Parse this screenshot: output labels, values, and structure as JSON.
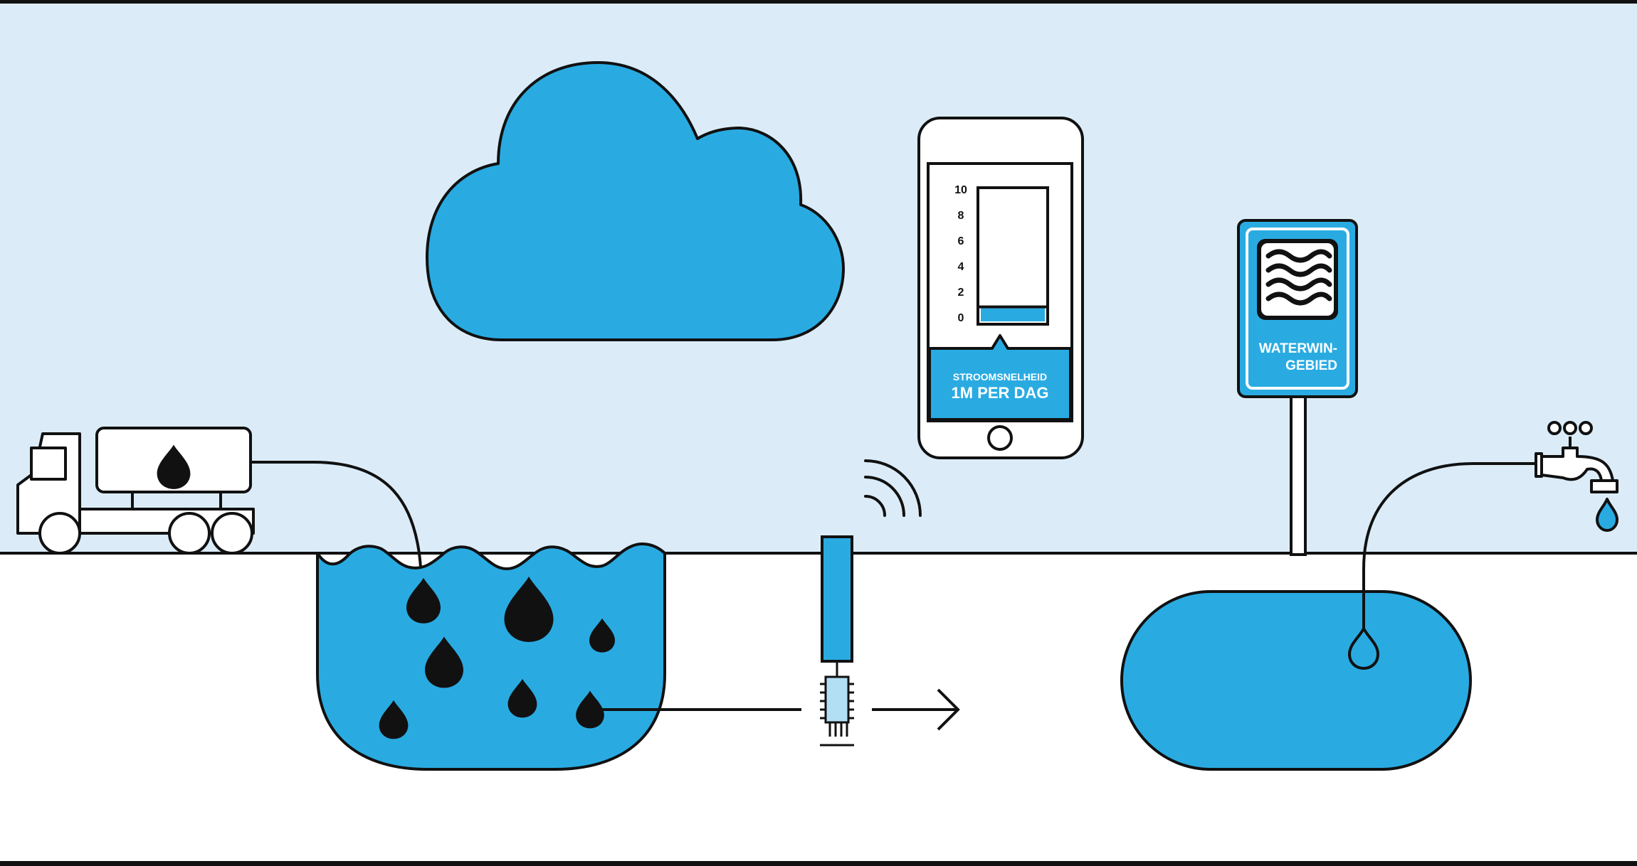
{
  "colors": {
    "sky": "#dbecf8",
    "water": "#29abe2",
    "outline": "#111111",
    "ground": "#ffffff"
  },
  "phone": {
    "gauge": {
      "ticks": [
        "10",
        "8",
        "6",
        "4",
        "2",
        "0"
      ],
      "max": 10,
      "level": 1
    },
    "caption_small": "STROOMSNELHEID",
    "caption_large": "1M PER DAG"
  },
  "sign": {
    "line1": "WATERWIN-",
    "line2": "GEBIED"
  },
  "icons": [
    "cloud-icon",
    "tanker-truck-icon",
    "water-drop-icon",
    "wifi-signal-icon",
    "sensor-probe-icon",
    "flow-arrow-icon",
    "smartphone-icon",
    "water-waves-icon",
    "faucet-icon"
  ]
}
